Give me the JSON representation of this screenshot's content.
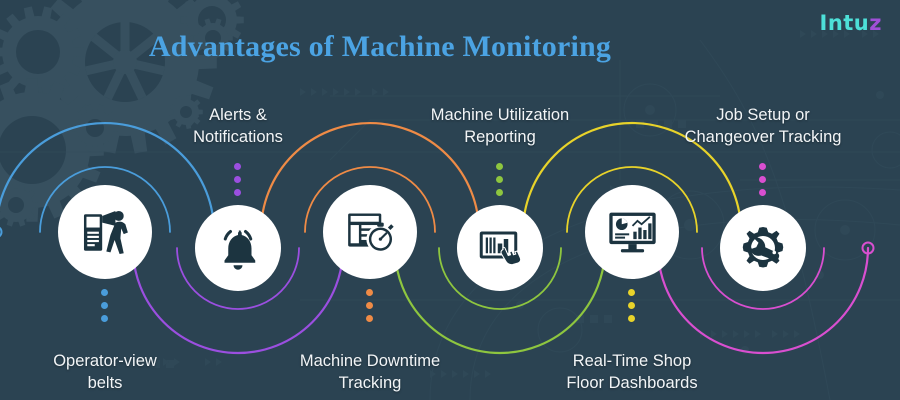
{
  "header": {
    "title": "Advantages of Machine Monitoring",
    "logo_text": "Intu",
    "logo_accent": "z",
    "title_color": "#4ba3e3",
    "logo_color": "#4de0d8",
    "logo_accent_color": "#a04fd8"
  },
  "background": {
    "color": "#2b4352",
    "gear_color": "#37505f",
    "circuit_color": "#334d5c"
  },
  "items": [
    {
      "id": "operator-view-belts",
      "label": "Operator-view\nbelts",
      "icon": "operator-kiosk-icon",
      "color": "#4a9ddb",
      "arc": "up",
      "label_position": "bottom"
    },
    {
      "id": "alerts-notifications",
      "label": "Alerts &\nNotifications",
      "icon": "bell-icon",
      "color": "#9b4fe0",
      "arc": "down",
      "label_position": "top"
    },
    {
      "id": "machine-downtime-tracking",
      "label": "Machine Downtime\nTracking",
      "icon": "clipboard-stopwatch-icon",
      "color": "#ef8b46",
      "arc": "up",
      "label_position": "bottom"
    },
    {
      "id": "machine-utilization-reporting",
      "label": "Machine Utilization\nReporting",
      "icon": "tablet-touch-icon",
      "color": "#8ec63f",
      "arc": "down",
      "label_position": "top"
    },
    {
      "id": "real-time-shop-floor-dashboards",
      "label": "Real-Time Shop\nFloor Dashboards",
      "icon": "monitor-dashboard-icon",
      "color": "#e8d32a",
      "arc": "up",
      "label_position": "bottom"
    },
    {
      "id": "job-setup-changeover-tracking",
      "label": "Job Setup or\nChangeover Tracking",
      "icon": "gear-wrench-icon",
      "color": "#d94fd0",
      "arc": "down",
      "label_position": "top"
    }
  ]
}
